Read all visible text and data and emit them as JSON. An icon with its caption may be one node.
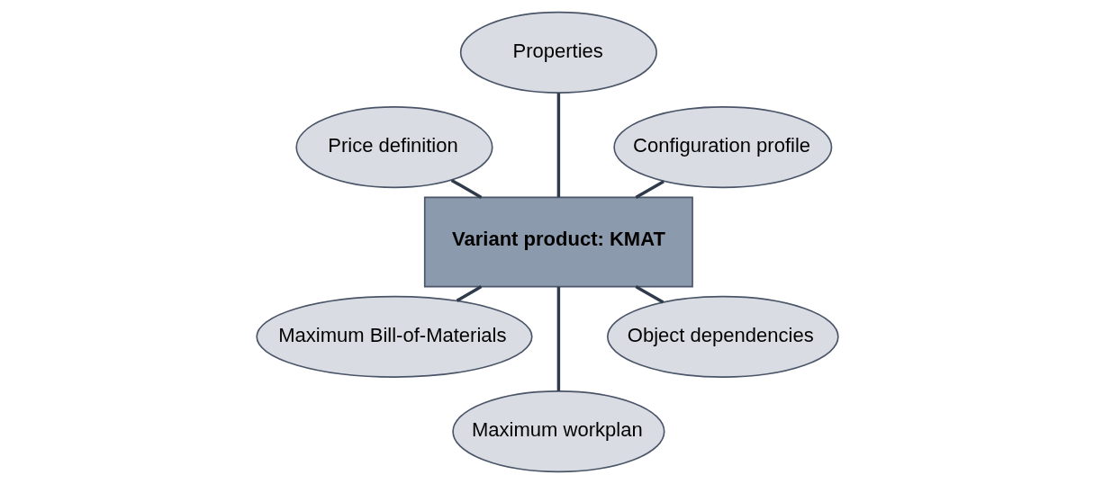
{
  "diagram": {
    "nodes": [
      {
        "text": [
          "Configuration profile"
        ]
      },
      {
        "text": [
          "Properties"
        ]
      },
      {
        "text": [
          "Price definition"
        ]
      },
      {
        "text": [
          "Variant product: KMAT"
        ]
      },
      {
        "text": [
          "Maximum Bill-of-Materials"
        ]
      },
      {
        "text": [
          "Maximum workplan"
        ]
      },
      {
        "text": [
          "Object dependencies"
        ]
      }
    ],
    "edges": [
      {
        "from": 3,
        "to": 0,
        "arrow": "none"
      },
      {
        "from": 3,
        "to": 1,
        "arrow": "none"
      },
      {
        "from": 3,
        "to": 2,
        "arrow": "none"
      },
      {
        "from": 3,
        "to": 4,
        "arrow": "none"
      },
      {
        "from": 3,
        "to": 5,
        "arrow": "none"
      },
      {
        "from": 3,
        "to": 6,
        "arrow": "none"
      }
    ]
  }
}
